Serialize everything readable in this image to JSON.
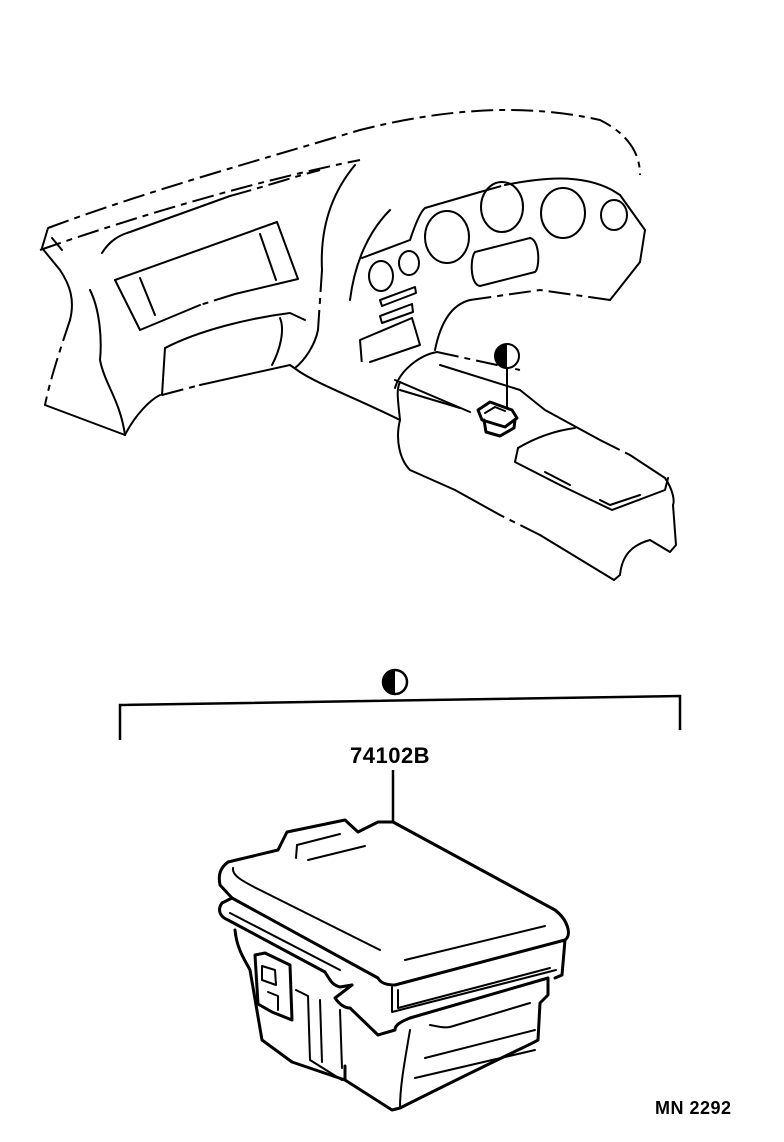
{
  "diagram": {
    "type": "automotive parts exploded view",
    "subject": "instrument panel with center console and console box",
    "part_number_label": "74102B",
    "diagram_code": "MN 2292",
    "reference_marker": {
      "symbol": "half-filled-circle",
      "meaning": "indicates part location in upper illustration"
    },
    "colors": {
      "line": "#000000",
      "background": "#ffffff"
    }
  }
}
